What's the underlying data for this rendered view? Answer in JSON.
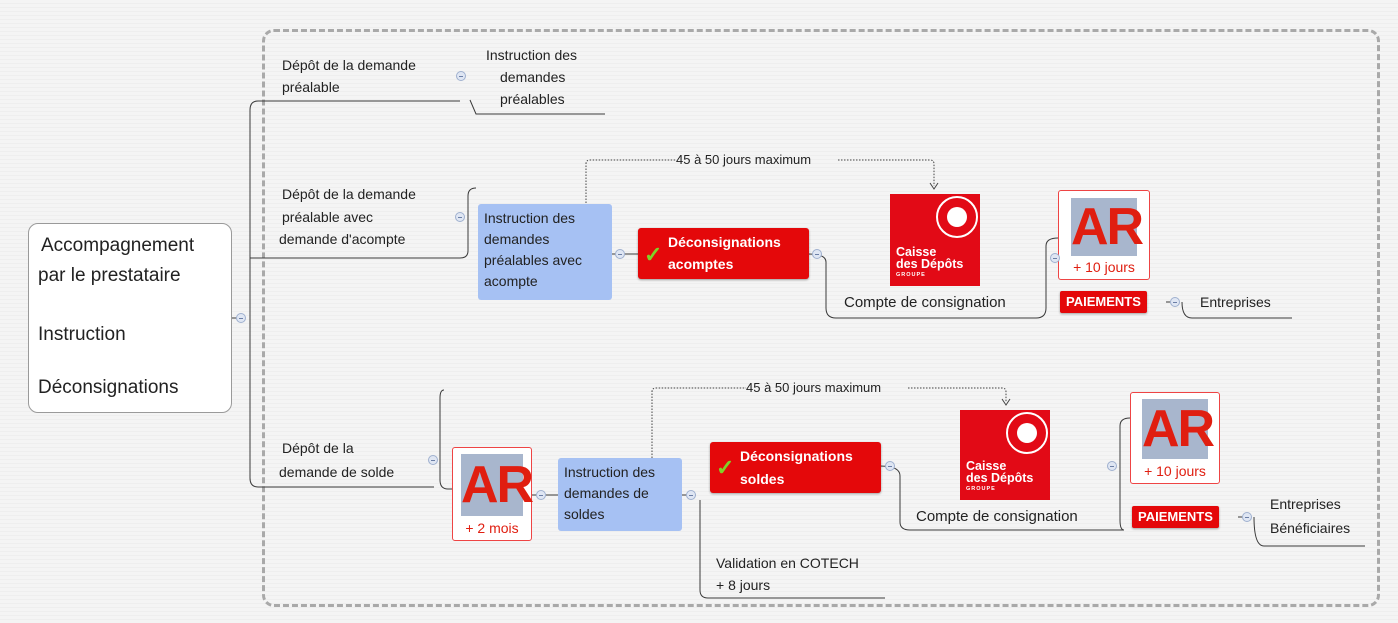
{
  "root": {
    "lines": [
      "Accompagnement",
      "par le prestataire",
      "Instruction",
      "Déconsignations"
    ]
  },
  "branch1": {
    "label": [
      "Dépôt de la demande",
      "préalable"
    ],
    "child": [
      "Instruction des",
      "demandes",
      "préalables"
    ]
  },
  "branch2": {
    "label": [
      "Dépôt de la demande",
      "préalable avec",
      "demande d'acompte"
    ],
    "instruction": [
      "Instruction des",
      "demandes",
      "préalables avec",
      "acompte"
    ],
    "deconsignation": [
      "Déconsignations",
      "acomptes"
    ],
    "duration": "45 à 50 jours maximum",
    "logo": [
      "Caisse",
      "des Dépôts",
      "GROUPE"
    ],
    "compte": "Compte de consignation",
    "ar": {
      "tile": "AR",
      "caption": "+ 10 jours"
    },
    "paiements": "PAIEMENTS",
    "beneficiaire": "Entreprises"
  },
  "branch3": {
    "label": [
      "Dépôt de la",
      "demande de solde"
    ],
    "ar": {
      "tile": "AR",
      "caption": "+ 2 mois"
    },
    "instruction": [
      "Instruction des",
      "demandes de",
      "soldes"
    ],
    "deconsignation": [
      "Déconsignations",
      "soldes"
    ],
    "duration": "45 à 50 jours maximum",
    "logo": [
      "Caisse",
      "des Dépôts",
      "GROUPE"
    ],
    "compte": "Compte de consignation",
    "ar2": {
      "tile": "AR",
      "caption": "+ 10 jours"
    },
    "paiements": "PAIEMENTS",
    "beneficiaires": [
      "Entreprises",
      "Bénéficiaires"
    ],
    "validation": [
      "Validation en COTECH",
      "+ 8 jours"
    ]
  },
  "colors": {
    "red": "#e4080a",
    "blue_node": "#a6c1f3",
    "logo_red": "#e20a16",
    "ar_tile": "#a8b6cd",
    "check": "#7fd328"
  }
}
